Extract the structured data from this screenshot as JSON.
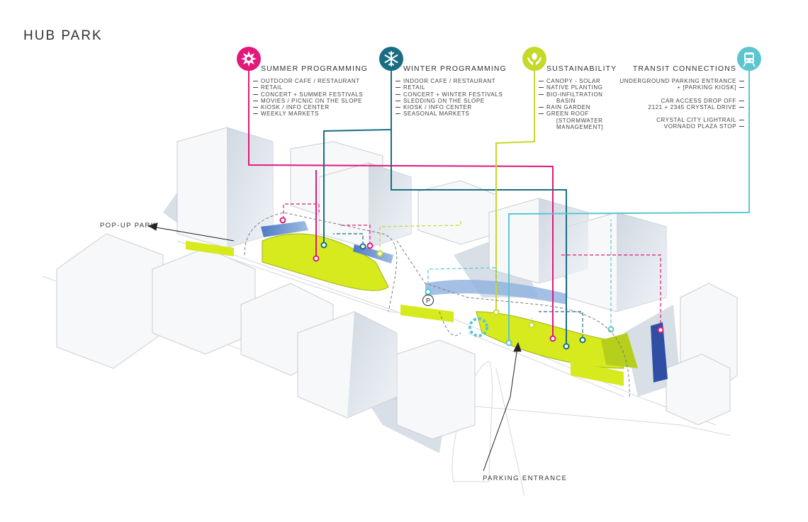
{
  "title": "HUB PARK",
  "colors": {
    "summer": "#e2187b",
    "winter": "#1b6d82",
    "sustainability": "#c6d82a",
    "transit": "#5cc6cf",
    "park_fill": "#d6ea1e",
    "water": "#5f86c9",
    "building_stroke": "#c9cdd3",
    "shadow": "#a9b6c6"
  },
  "categories": [
    {
      "key": "summer",
      "icon": "sun-icon",
      "label": "SUMMER PROGRAMMING",
      "items": [
        "OUTDOOR CAFE / RESTAURANT",
        "RETAIL",
        "CONCERT + SUMMER FESTIVALS",
        "MOVIES / PICNIC ON THE SLOPE",
        "KIOSK / INFO CENTER",
        "WEEKLY MARKETS"
      ]
    },
    {
      "key": "winter",
      "icon": "snowflake-icon",
      "label": "WINTER PROGRAMMING",
      "items": [
        "INDOOR CAFE / RESTAURANT",
        "RETAIL",
        "CONCERT + WINTER FESTIVALS",
        "SLEDDING ON THE SLOPE",
        "KIOSK / INFO CENTER",
        "SEASONAL MARKETS"
      ]
    },
    {
      "key": "sustainability",
      "icon": "hands-leaf-icon",
      "label": "SUSTAINABILITY",
      "items": [
        "CANOPY - SOLAR",
        "NATIVE PLANTING",
        "BIO-INFILTRATION",
        "BASIN",
        "RAIN GARDEN",
        "GREEN ROOF",
        "[STORMWATER",
        "MANAGEMENT]"
      ]
    },
    {
      "key": "transit",
      "icon": "train-icon",
      "label": "TRANSIT CONNECTIONS",
      "items": [
        "UNDERGROUND PARKING ENTRANCE",
        "+ [PARKING KIOSK]",
        "CAR ACCESS DROP OFF",
        "2121 + 2345 CRYSTAL DRIVE",
        "CRYSTAL CITY LIGHTRAIL",
        "VORNADO PLAZA STOP"
      ]
    }
  ],
  "annotations": {
    "popup_park": "POP-UP PARK",
    "parking_entrance": "PARKING ENTRANCE",
    "parking_symbol": "P"
  }
}
